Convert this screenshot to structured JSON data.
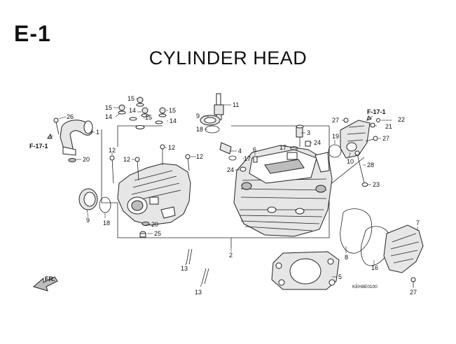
{
  "header": {
    "section_code": "E-1",
    "title": "CYLINDER HEAD"
  },
  "callouts": [
    "1",
    "2",
    "3",
    "4",
    "5",
    "6",
    "7",
    "8",
    "9",
    "9",
    "10",
    "11",
    "12",
    "12",
    "12",
    "12",
    "13",
    "13",
    "14",
    "14",
    "14",
    "15",
    "15",
    "15",
    "15",
    "16",
    "17",
    "17",
    "18",
    "18",
    "19",
    "20",
    "20",
    "21",
    "22",
    "23",
    "24",
    "24",
    "25",
    "26",
    "27",
    "27",
    "27",
    "28"
  ],
  "refs": [
    "F-17-1",
    "F-17-1"
  ],
  "direction": "FR.",
  "drawing_code": "KEH8E0100"
}
